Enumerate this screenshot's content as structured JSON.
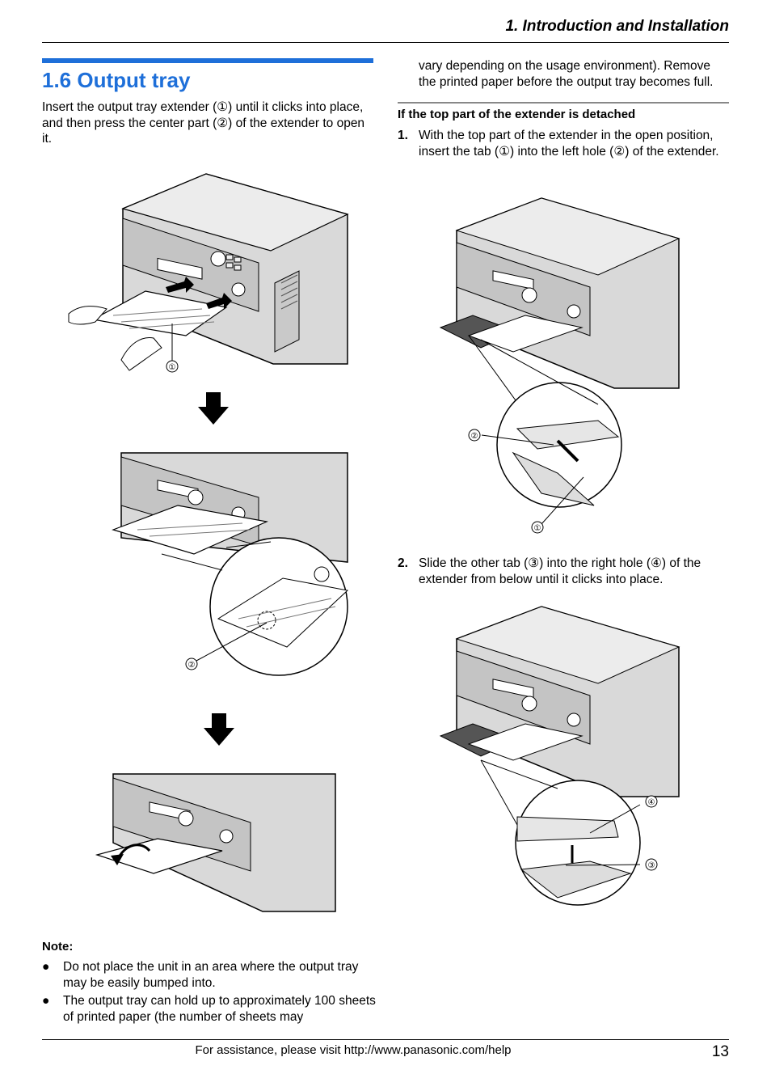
{
  "header": {
    "chapter": "1. Introduction and Installation"
  },
  "section": {
    "title": "1.6 Output tray",
    "intro": "Insert the output tray extender (①) until it clicks into place, and then press the center part (②) of the extender to open it."
  },
  "right_column": {
    "continuation": "vary depending on the usage environment). Remove the printed paper before the output tray becomes full.",
    "subheading": "If the top part of the extender is detached",
    "steps": [
      {
        "number": "1.",
        "text": "With the top part of the extender in the open position, insert the tab (①) into the left hole (②) of the extender."
      },
      {
        "number": "2.",
        "text": "Slide the other tab (③) into the right hole (④) of the extender from below until it clicks into place."
      }
    ]
  },
  "callouts": {
    "c1": "①",
    "c2": "②",
    "c3": "③",
    "c4": "④"
  },
  "note": {
    "title": "Note:",
    "bullet_symbol": "●",
    "items": [
      "Do not place the unit in an area where the output tray may be easily bumped into.",
      "The output tray can hold up to approximately 100 sheets of printed paper (the number of sheets may"
    ]
  },
  "footer": {
    "assist": "For assistance, please visit http://www.panasonic.com/help",
    "page": "13"
  },
  "colors": {
    "accent": "#1e6fd9",
    "device_gray": "#d9d9d9"
  }
}
